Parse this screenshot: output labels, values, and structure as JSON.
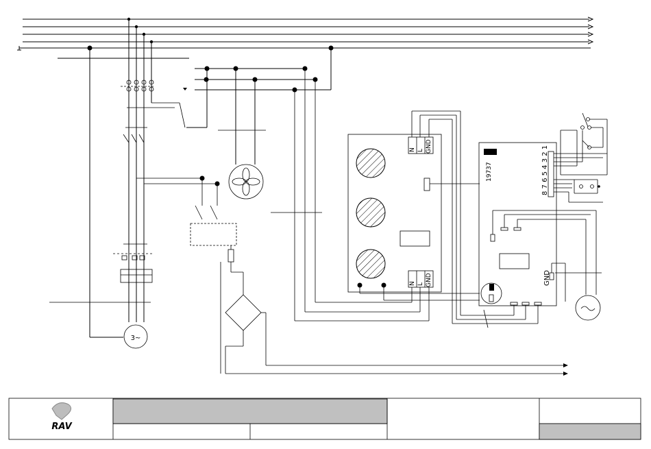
{
  "diagram": {
    "terminal_top": [
      "N",
      "L",
      "GND"
    ],
    "terminal_bottom": [
      "N",
      "L",
      "GND"
    ],
    "board_code": "19737",
    "connector_pins": "8 7 6 5 4 3 2 1",
    "gnd_label": "GND",
    "motor_label": "3~"
  },
  "title_block": {
    "logo_text": "RAV",
    "cells": [
      "",
      "",
      "",
      "",
      "",
      "",
      ""
    ]
  },
  "colors": {
    "line": "#000000",
    "title_fill": "#c0c0c0"
  }
}
